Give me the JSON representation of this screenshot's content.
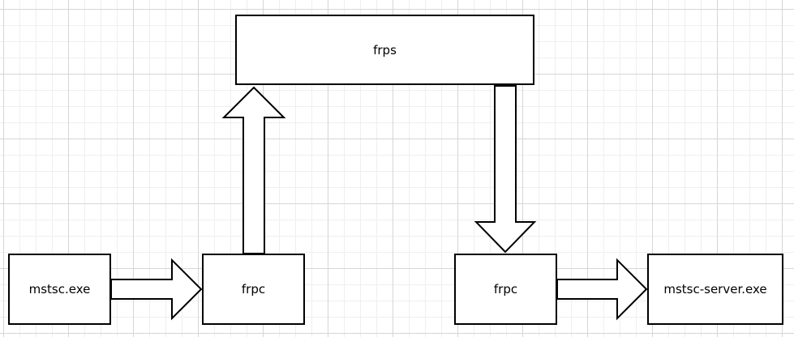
{
  "diagram": {
    "nodes": {
      "frps": "frps",
      "frpc_left": "frpc",
      "frpc_right": "frpc",
      "mstsc": "mstsc.exe",
      "mstsc_server": "mstsc-server.exe"
    },
    "edges": [
      {
        "from": "mstsc",
        "to": "frpc_left"
      },
      {
        "from": "frpc_left",
        "to": "frps"
      },
      {
        "from": "frps",
        "to": "frpc_right"
      },
      {
        "from": "frpc_right",
        "to": "mstsc_server"
      }
    ]
  }
}
